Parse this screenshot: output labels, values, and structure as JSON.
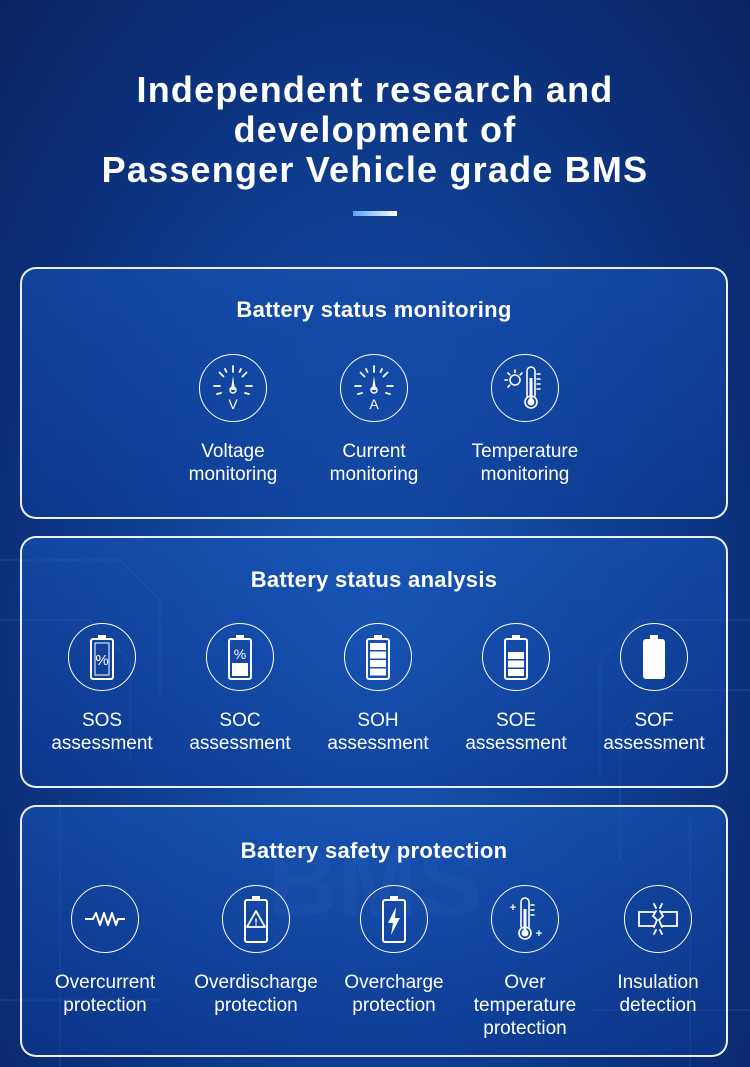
{
  "header": {
    "title_lines": [
      "Independent research and",
      "development of",
      "Passenger Vehicle grade BMS"
    ]
  },
  "background_watermark": "BMS",
  "sections": [
    {
      "title": "Battery status monitoring",
      "items": [
        {
          "icon": "voltage-gauge-icon",
          "gauge_letter": "V",
          "lines": [
            "Voltage",
            "monitoring"
          ]
        },
        {
          "icon": "current-gauge-icon",
          "gauge_letter": "A",
          "lines": [
            "Current",
            "monitoring"
          ]
        },
        {
          "icon": "thermometer-sun-icon",
          "lines": [
            "Temperature",
            "monitoring"
          ]
        }
      ]
    },
    {
      "title": "Battery status analysis",
      "items": [
        {
          "icon": "battery-percent-icon",
          "battery_symbol": "%",
          "lines": [
            "SOS",
            "assessment"
          ]
        },
        {
          "icon": "battery-percent-bar-icon",
          "battery_symbol": "%",
          "lines": [
            "SOC",
            "assessment"
          ]
        },
        {
          "icon": "battery-full-bars-icon",
          "lines": [
            "SOH",
            "assessment"
          ]
        },
        {
          "icon": "battery-half-bars-icon",
          "lines": [
            "SOE",
            "assessment"
          ]
        },
        {
          "icon": "battery-solid-icon",
          "lines": [
            "SOF",
            "assessment"
          ]
        }
      ]
    },
    {
      "title": "Battery safety protection",
      "items": [
        {
          "icon": "resistor-icon",
          "lines": [
            "Overcurrent",
            "protection"
          ]
        },
        {
          "icon": "battery-warning-icon",
          "warning_symbol": "!",
          "lines": [
            "Overdischarge",
            "protection"
          ]
        },
        {
          "icon": "battery-lightning-icon",
          "lines": [
            "Overcharge",
            "protection"
          ]
        },
        {
          "icon": "thermometer-plus-icon",
          "plus_symbol": "+",
          "lines": [
            "Over",
            "temperature",
            "protection"
          ]
        },
        {
          "icon": "insulation-break-icon",
          "lines": [
            "Insulation",
            "detection"
          ]
        }
      ]
    }
  ],
  "colors": {
    "background_center": "#1a5ab8",
    "background_edge": "#082462",
    "accent_bar": "#5aa0ff",
    "text": "#ffffff"
  }
}
